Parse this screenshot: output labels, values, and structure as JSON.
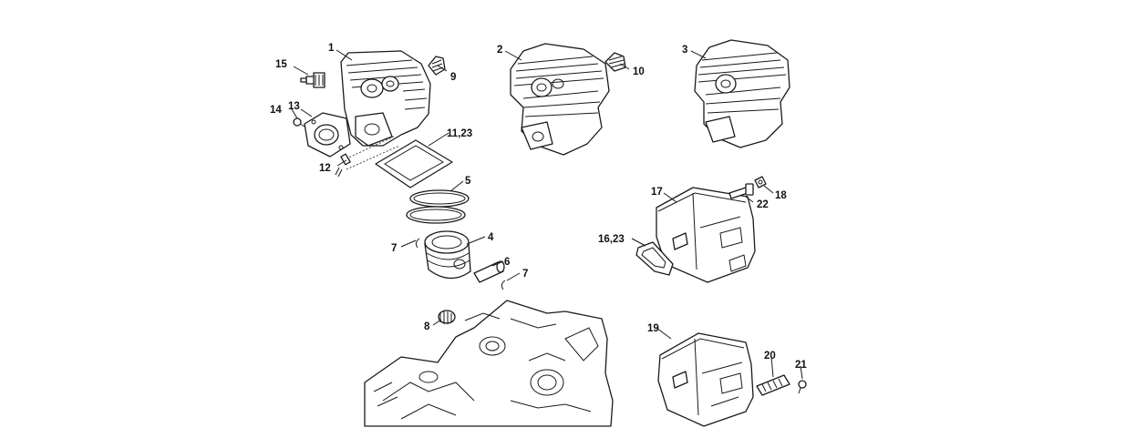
{
  "labels": {
    "p1": "1",
    "p2": "2",
    "p3": "3",
    "p4": "4",
    "p5": "5",
    "p6": "6",
    "p7a": "7",
    "p7b": "7",
    "p8": "8",
    "p9": "9",
    "p10": "10",
    "p11_23": "11,23",
    "p12": "12",
    "p13": "13",
    "p14": "14",
    "p15": "15",
    "p16_23": "16,23",
    "p17": "17",
    "p18": "18",
    "p19": "19",
    "p20": "20",
    "p21": "21",
    "p22": "22"
  },
  "colors": {
    "line": "#1a1a1a",
    "background": "#ffffff"
  }
}
